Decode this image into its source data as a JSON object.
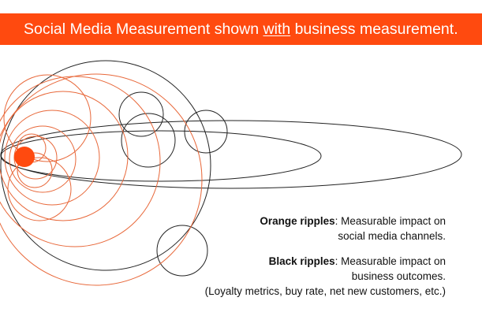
{
  "header": {
    "title_before": "Social Media Measurement shown ",
    "title_emphasis": "with",
    "title_after": " business measurement.",
    "background_color": "#ff4a0f"
  },
  "colors": {
    "orange_ripple": "#e8683a",
    "orange_origin": "#ff4a0f",
    "black_ripple": "#222222"
  },
  "legend": {
    "orange": {
      "term": "Orange ripples",
      "description_line1": ": Measurable impact on",
      "description_line2": "social media channels."
    },
    "black": {
      "term": "Black ripples",
      "description_line1": ": Measurable impact on",
      "description_line2": "business outcomes.",
      "description_line3": "(Loyalty metrics, buy rate, net new customers, etc.)"
    }
  }
}
